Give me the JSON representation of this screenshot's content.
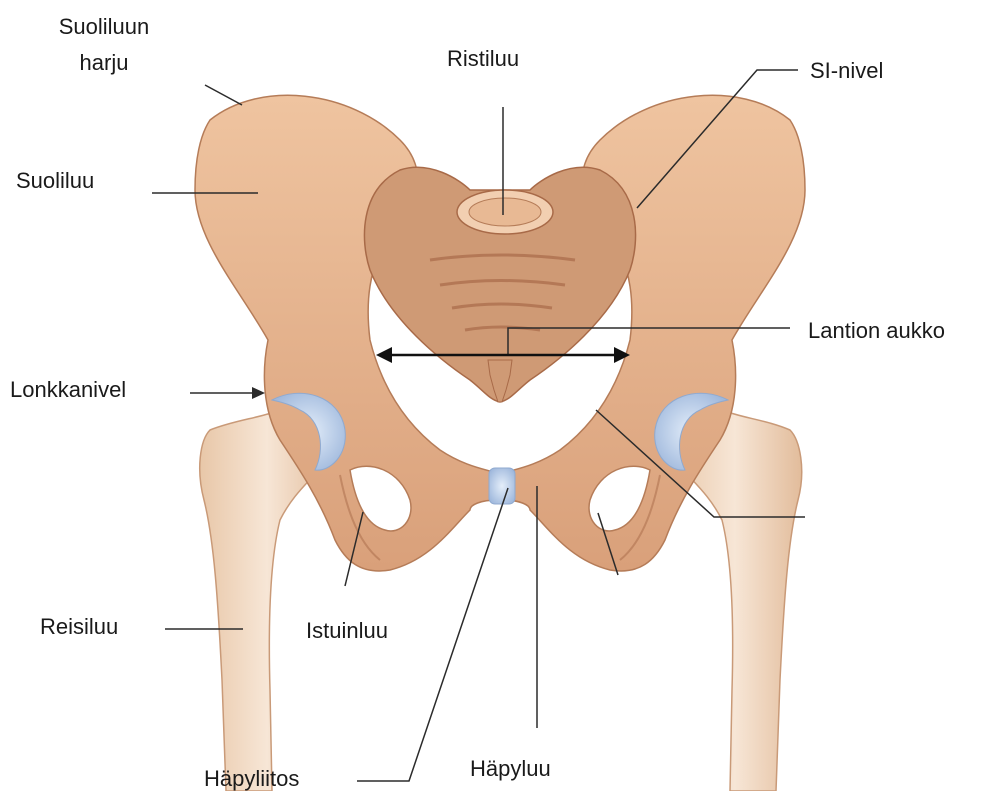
{
  "labels": {
    "iliac_crest_line1": "Suoliluun",
    "iliac_crest_line2": "harju",
    "ilium": "Suoliluu",
    "sacrum": "Ristiluu",
    "si_joint": "SI-nivel",
    "pelvic_inlet": "Lantion aukko",
    "hip_joint": "Lonkkanivel",
    "femur": "Reisiluu",
    "ischium": "Istuinluu",
    "pubic_symphysis": "Häpyliitos",
    "pubis": "Häpyluu"
  },
  "colors": {
    "bone": "#e6b48e",
    "bone_shadow": "#c98e68",
    "bone_dark": "#a86a48",
    "bone_light": "#f2cfb1",
    "cartilage": "#c4d6ee",
    "cartilage_edge": "#8fa9cf",
    "femur_shaft": "#f1d9c2",
    "line": "#2b2b2b"
  }
}
